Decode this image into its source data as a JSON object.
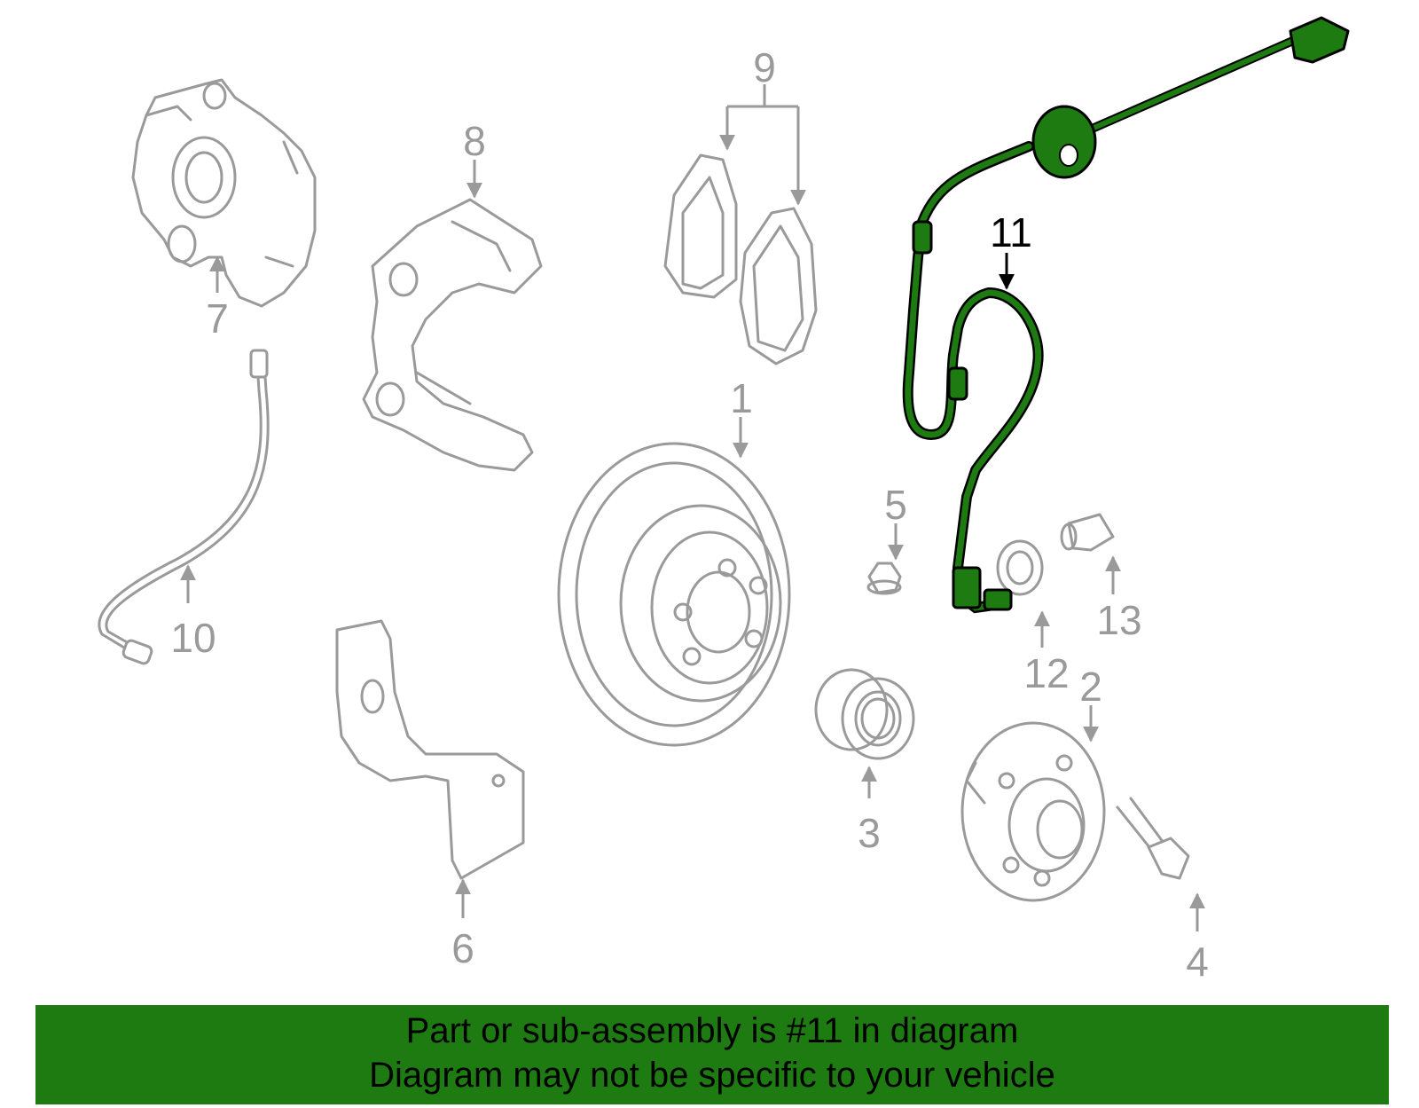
{
  "diagram": {
    "highlight_color": "#1d7b12",
    "callouts": [
      {
        "id": "c1",
        "label": "1"
      },
      {
        "id": "c2",
        "label": "2"
      },
      {
        "id": "c3",
        "label": "3"
      },
      {
        "id": "c4",
        "label": "4"
      },
      {
        "id": "c5",
        "label": "5"
      },
      {
        "id": "c6",
        "label": "6"
      },
      {
        "id": "c7",
        "label": "7"
      },
      {
        "id": "c8",
        "label": "8"
      },
      {
        "id": "c9",
        "label": "9"
      },
      {
        "id": "c10",
        "label": "10"
      },
      {
        "id": "c11",
        "label": "11"
      },
      {
        "id": "c12",
        "label": "12"
      },
      {
        "id": "c13",
        "label": "13"
      }
    ],
    "highlighted_part": "11"
  },
  "banner": {
    "line1": "Part or sub-assembly is #11 in diagram",
    "line2": "Diagram may not be specific to your vehicle",
    "background": "#1d7b12"
  }
}
